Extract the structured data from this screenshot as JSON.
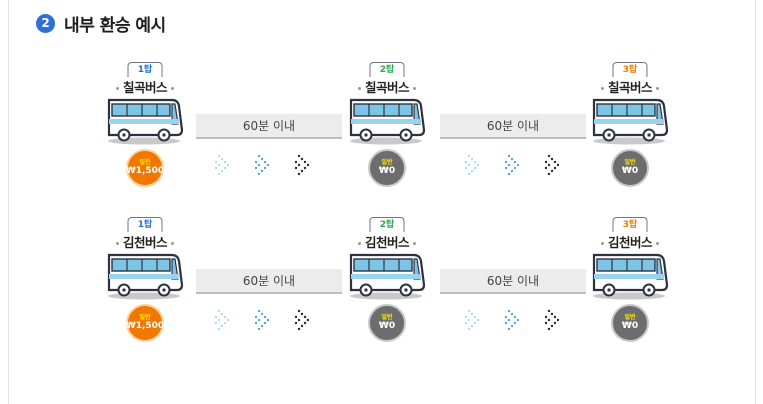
{
  "heading": {
    "number": "2",
    "title": "내부 환승 예시"
  },
  "colors": {
    "tag1": "#1f6fd6",
    "tag2": "#2aa84a",
    "tag3": "#f07800",
    "fare_paid": "#f07800",
    "fare_free": "#6d6d6d"
  },
  "rows": [
    {
      "buses": [
        {
          "tag": "1탑",
          "name": "칠곡버스",
          "fare_label": "일반",
          "fare_amount": "₩1,500"
        },
        {
          "tag": "2탑",
          "name": "칠곡버스",
          "fare_label": "일반",
          "fare_amount": "₩0"
        },
        {
          "tag": "3탑",
          "name": "칠곡버스",
          "fare_label": "일반",
          "fare_amount": "₩0"
        }
      ],
      "transfer_times": [
        "60분 이내",
        "60분 이내"
      ]
    },
    {
      "buses": [
        {
          "tag": "1탑",
          "name": "김천버스",
          "fare_label": "일반",
          "fare_amount": "₩1,500"
        },
        {
          "tag": "2탑",
          "name": "김천버스",
          "fare_label": "일반",
          "fare_amount": "₩0"
        },
        {
          "tag": "3탑",
          "name": "김천버스",
          "fare_label": "일반",
          "fare_amount": "₩0"
        }
      ],
      "transfer_times": [
        "60분 이내",
        "60분 이내"
      ]
    }
  ]
}
